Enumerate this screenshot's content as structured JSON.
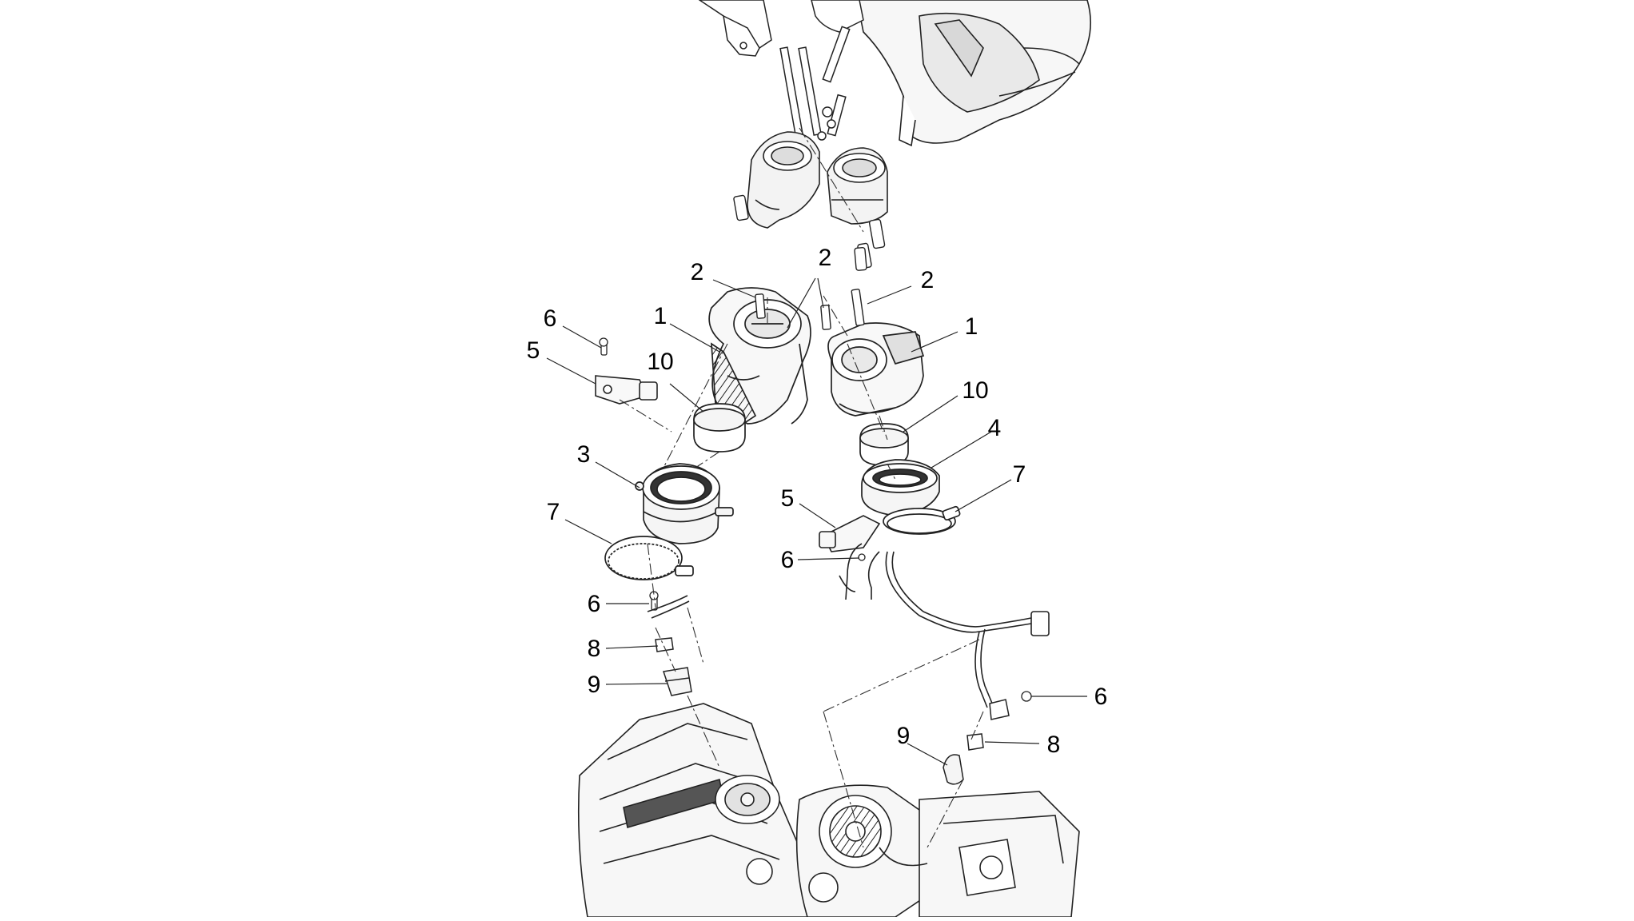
{
  "diagram": {
    "part_labels": [
      {
        "id": "label-2-a",
        "text": "2"
      },
      {
        "id": "label-2-b",
        "text": "2"
      },
      {
        "id": "label-2-c",
        "text": "2"
      },
      {
        "id": "label-1-left",
        "text": "1"
      },
      {
        "id": "label-1-right",
        "text": "1"
      },
      {
        "id": "label-6-top-left",
        "text": "6"
      },
      {
        "id": "label-5-left",
        "text": "5"
      },
      {
        "id": "label-10-left",
        "text": "10"
      },
      {
        "id": "label-10-right",
        "text": "10"
      },
      {
        "id": "label-4",
        "text": "4"
      },
      {
        "id": "label-3",
        "text": "3"
      },
      {
        "id": "label-7-left",
        "text": "7"
      },
      {
        "id": "label-7-right",
        "text": "7"
      },
      {
        "id": "label-5-right",
        "text": "5"
      },
      {
        "id": "label-6-mid-right",
        "text": "6"
      },
      {
        "id": "label-6-lower-left",
        "text": "6"
      },
      {
        "id": "label-8-left",
        "text": "8"
      },
      {
        "id": "label-9-left",
        "text": "9"
      },
      {
        "id": "label-6-far-right",
        "text": "6"
      },
      {
        "id": "label-9-right",
        "text": "9"
      },
      {
        "id": "label-8-right",
        "text": "8"
      }
    ]
  }
}
